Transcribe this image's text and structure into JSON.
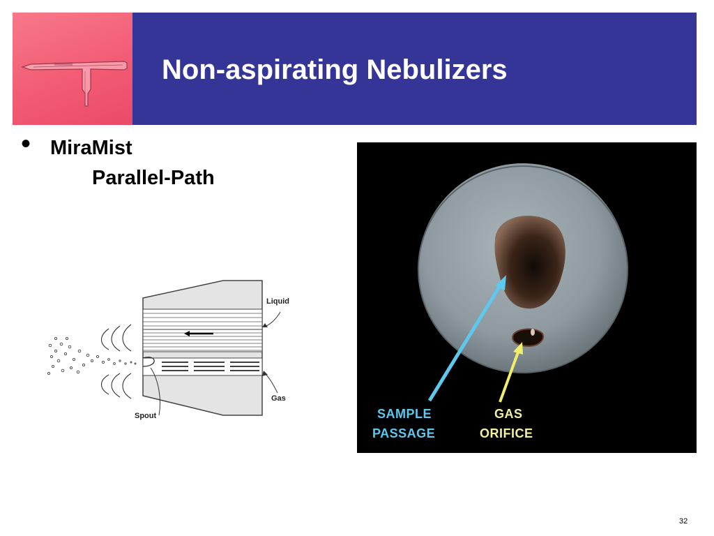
{
  "slide": {
    "title": "Non-aspirating Nebulizers",
    "page_number": "32"
  },
  "bullets": {
    "main": "MiraMist",
    "sub": "Parallel-Path"
  },
  "diagram": {
    "labels": {
      "liquid": "Liquid",
      "gas": "Gas",
      "spout": "Spout"
    }
  },
  "photo": {
    "labels": {
      "sample_line1": "SAMPLE",
      "sample_line2": "PASSAGE",
      "gas_line1": "GAS",
      "gas_line2": "ORIFICE"
    },
    "colors": {
      "sample": "#5ec8ee",
      "gas": "#f4f0a0"
    }
  },
  "theme": {
    "header_band": "#343597",
    "header_photo": "#f25c74"
  }
}
